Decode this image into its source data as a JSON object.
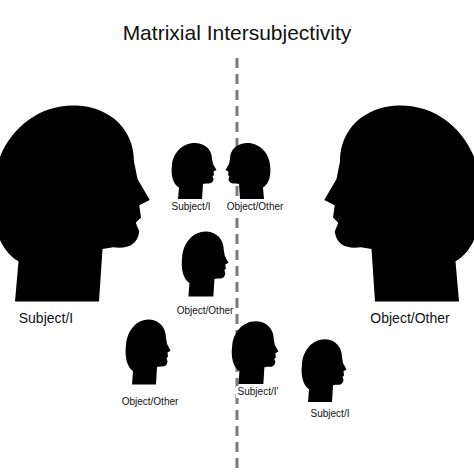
{
  "diagram": {
    "title": "Matrixial Intersubjectivity",
    "labels": [
      "Subject/I",
      "Object/Other",
      "Object/Other",
      "Subject/I",
      "Object/Other",
      "Object/Other",
      "Subject/I'",
      "Subject/I"
    ]
  }
}
